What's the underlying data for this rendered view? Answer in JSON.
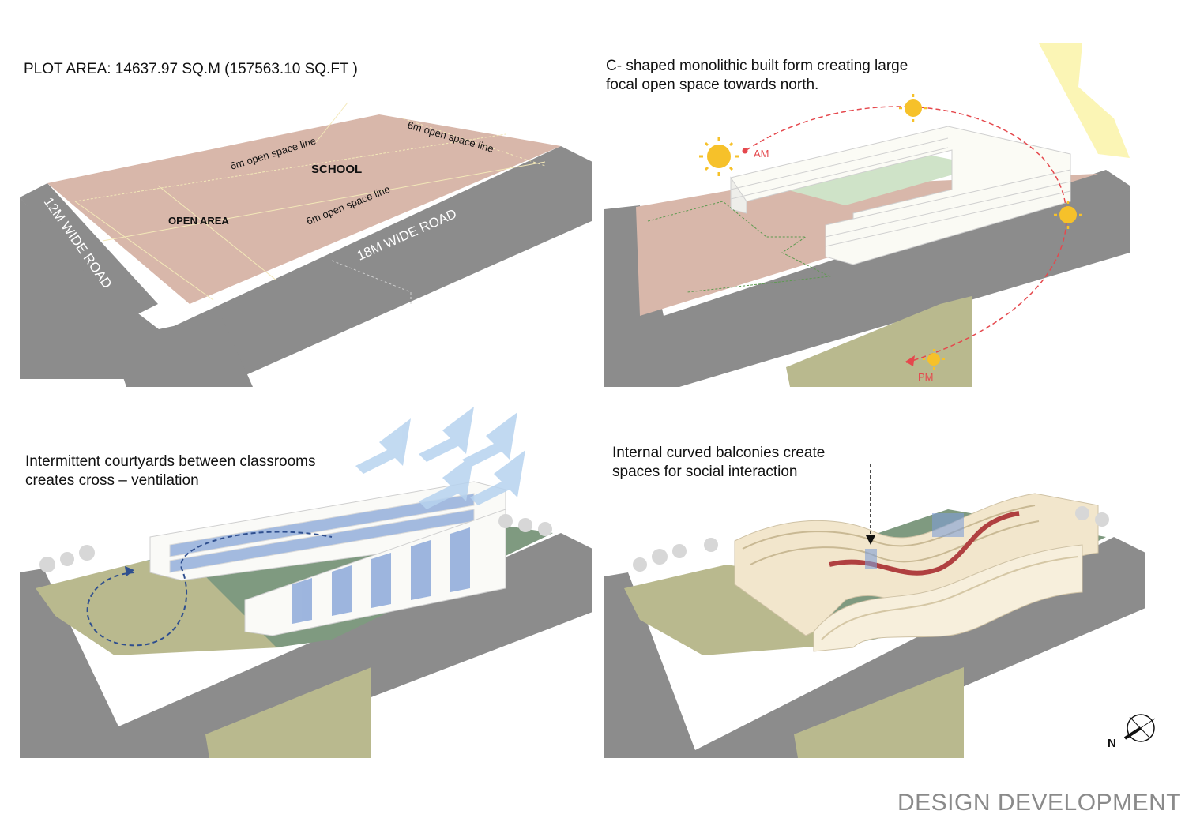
{
  "panel1": {
    "caption": "PLOT AREA: 14637.97 SQ.M (157563.10 SQ.FT )",
    "labels": {
      "school": "SCHOOL",
      "open_area": "OPEN AREA",
      "setback_top": "6m open space line",
      "setback_right": "6m open space line",
      "setback_inner": "6m open space line",
      "road_12m": "12M WIDE ROAD",
      "road_18m": "18M WIDE ROAD"
    }
  },
  "panel2": {
    "caption_line1": "C- shaped monolithic built form creating large",
    "caption_line2": "focal open space towards north.",
    "am_label": "AM",
    "pm_label": "PM"
  },
  "panel3": {
    "caption_line1": "Intermittent courtyards between classrooms",
    "caption_line2": "creates cross – ventilation"
  },
  "panel4": {
    "caption_line1": "Internal curved balconies create",
    "caption_line2": "spaces for social interaction"
  },
  "north_label": "N",
  "page_title": "DESIGN DEVELOPMENT",
  "colors": {
    "road": "#8c8c8c",
    "plot": "#d8b7aa",
    "lawn": "#b9b98e",
    "court": "#7f9a80",
    "sun": "#f6c12a",
    "sun_path": "#e5484d",
    "wind": "#b7d3ef",
    "glass": "#7f9fd6",
    "balcony": "#b04040"
  }
}
